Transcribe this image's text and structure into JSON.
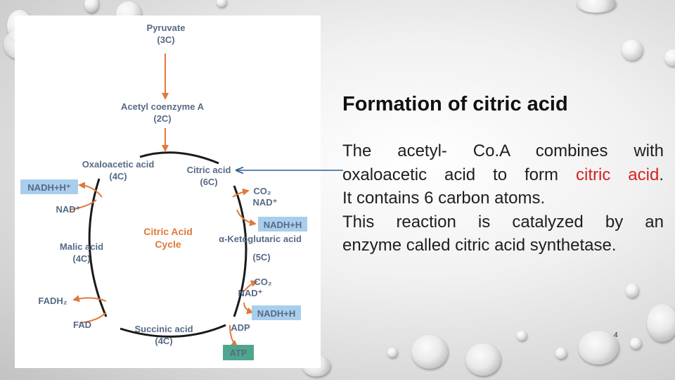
{
  "diagram": {
    "pyruvate": "Pyruvate",
    "pyruvate_c": "(3C)",
    "acetyl": "Acetyl coenzyme A",
    "acetyl_c": "(2C)",
    "oxalo": "Oxaloacetic acid",
    "oxalo_c": "(4C)",
    "citric": "Citric acid",
    "citric_c": "(6C)",
    "cycle_1": "Citric Acid",
    "cycle_2": "Cycle",
    "akg": "α-Ketoglutaric acid",
    "akg_c": "(5C)",
    "malic": "Malic acid",
    "malic_c": "(4C)",
    "succinic": "Succinic acid",
    "succinic_c": "(4C)",
    "nadh_left": "NADH+H⁺",
    "nad_left": "NAD⁺",
    "fadh2": "FADH₂",
    "fad": "FAD",
    "co2_1": "CO₂",
    "nad_1": "NAD⁺",
    "nadh_1": "NADH+H",
    "co2_2": "CO₂",
    "nad_2": "NAD⁺",
    "nadh_2": "NADH+H",
    "adp": "ADP",
    "atp": "ATP"
  },
  "colors": {
    "arrow": "#e0793a",
    "label": "#566a86",
    "box": "#a9ceec",
    "cycle": "#1a1a1a",
    "pointer": "#2f5f95",
    "accent": "#d51f1f"
  },
  "slide": {
    "title": "Formation of citric acid",
    "line1": "The acetyl- Co.A combines with",
    "line2_a": "oxaloacetic acid to form ",
    "line2_red": "citric acid",
    "line2_b": ".",
    "line3": "It contains 6 carbon atoms.",
    "line4": "This reaction is catalyzed by an",
    "line5": "enzyme called citric acid synthetase.",
    "page_number": "4"
  }
}
